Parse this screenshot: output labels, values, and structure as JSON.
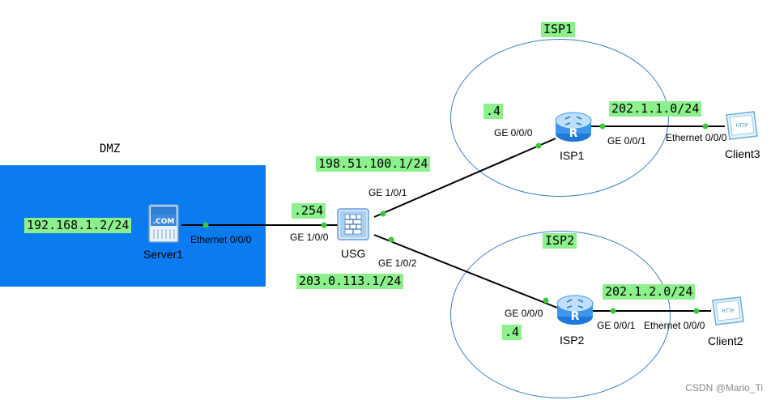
{
  "zones": {
    "dmz": {
      "label": "DMZ",
      "color": "#0a7cf0"
    },
    "isp1": {
      "label": "ISP1"
    },
    "isp2": {
      "label": "ISP2"
    }
  },
  "devices": {
    "server1": {
      "label": "Server1",
      "icon": "web-server-icon",
      "glyph": ".COM"
    },
    "usg": {
      "label": "USG",
      "icon": "firewall-icon"
    },
    "isp1": {
      "label": "ISP1",
      "icon": "router-icon"
    },
    "isp2": {
      "label": "ISP2",
      "icon": "router-icon"
    },
    "client3": {
      "label": "Client3",
      "icon": "http-client-icon",
      "glyph": "HTTP"
    },
    "client2": {
      "label": "Client2",
      "icon": "http-client-icon",
      "glyph": "HTTP"
    }
  },
  "ports": {
    "server1_eth": "Ethernet 0/0/0",
    "usg_ge100": "GE 1/0/0",
    "usg_ge101": "GE 1/0/1",
    "usg_ge102": "GE 1/0/2",
    "isp1_ge000": "GE 0/0/0",
    "isp1_ge001": "GE 0/0/1",
    "client3_eth": "Ethernet 0/0/0",
    "isp2_ge000": "GE 0/0/0",
    "isp2_ge001": "GE 0/0/1",
    "client2_eth": "Ethernet 0/0/0"
  },
  "addresses": {
    "server1_ip": "192.168.1.2/24",
    "usg_dmz": ".254",
    "usg_isp1": "198.51.100.1/24",
    "usg_isp2": "203.0.113.1/24",
    "isp1_ge000": ".4",
    "isp1_lan": "202.1.1.0/24",
    "isp2_ge000": ".4",
    "isp2_lan": "202.1.2.0/24"
  },
  "colors": {
    "tag_bg": "#8cf08c",
    "link": "#000000",
    "port_dot": "#3cc83c",
    "ellipse": "#3a7fd0"
  },
  "watermark": "CSDN @Mario_Ti"
}
